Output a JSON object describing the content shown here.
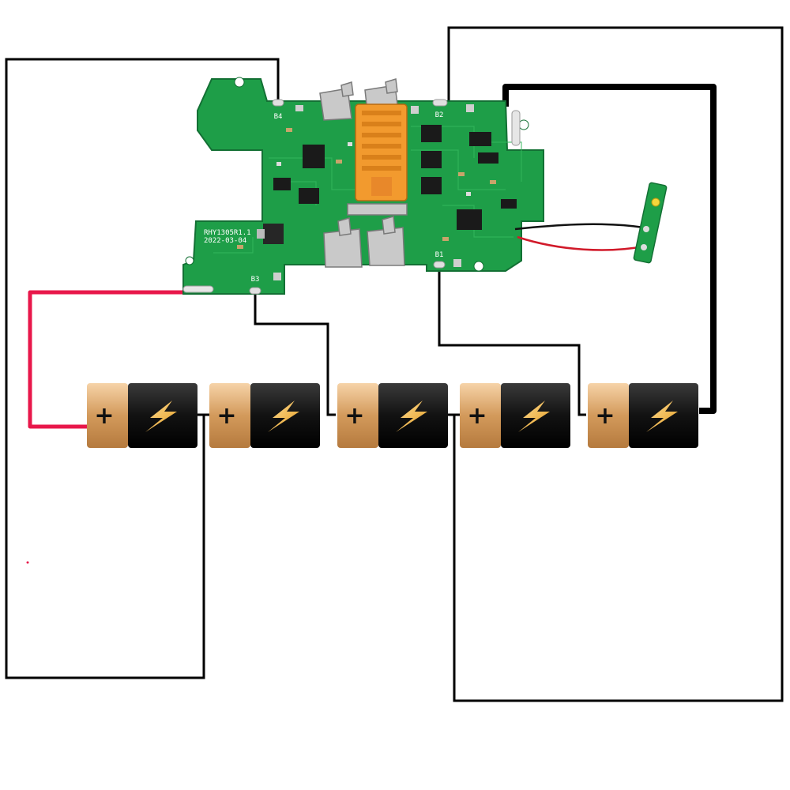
{
  "pcb": {
    "model": "RHY1305R1.1",
    "date": "2022-03-04",
    "pads": {
      "b1": "B1",
      "b2": "B2",
      "b3": "B3",
      "b4": "B4"
    },
    "board_color": "#1e9e48",
    "connector_color": "#f29a2e"
  },
  "batteries": [
    {
      "plus": "+",
      "bolt": "⚡"
    },
    {
      "plus": "+",
      "bolt": "⚡"
    },
    {
      "plus": "+",
      "bolt": "⚡"
    },
    {
      "plus": "+",
      "bolt": "⚡"
    },
    {
      "plus": "+",
      "bolt": "⚡"
    }
  ],
  "wire_colors": {
    "signal": "#000000",
    "positive": "#e8174a",
    "led_red": "#d11a2a"
  },
  "battery_colors": {
    "cap": "#d9a46a",
    "body": "#111111",
    "bolt": "#f3b12a"
  }
}
